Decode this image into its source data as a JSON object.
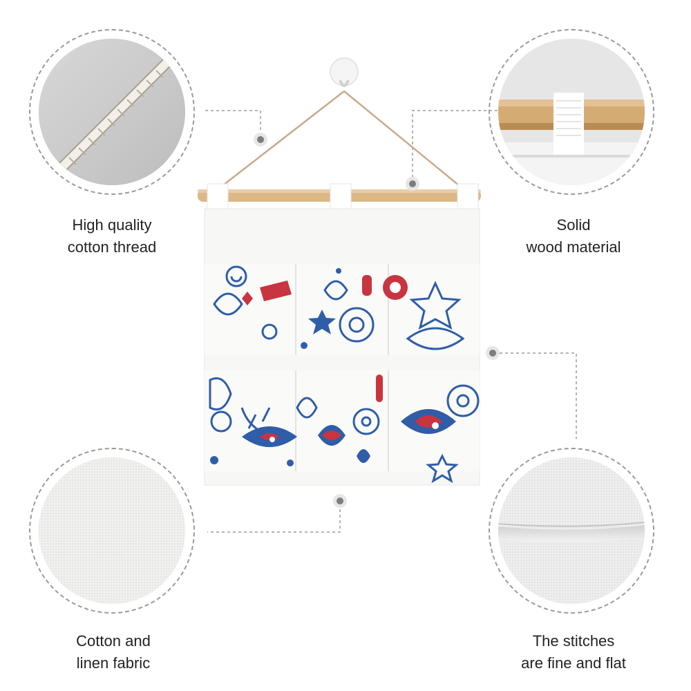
{
  "features": {
    "top_left": {
      "line1": "High quality",
      "line2": "cotton thread"
    },
    "top_right": {
      "line1": "Solid",
      "line2": "wood material"
    },
    "bottom_left": {
      "line1": "Cotton and",
      "line2": "linen fabric"
    },
    "bottom_right": {
      "line1": "The stitches",
      "line2": "are fine and flat"
    }
  },
  "colors": {
    "print_blue": "#2f5da8",
    "print_red": "#c8343f",
    "wood": "#d9b68a",
    "fabric": "#f6f6f4",
    "dashed": "#9a9a9a"
  }
}
